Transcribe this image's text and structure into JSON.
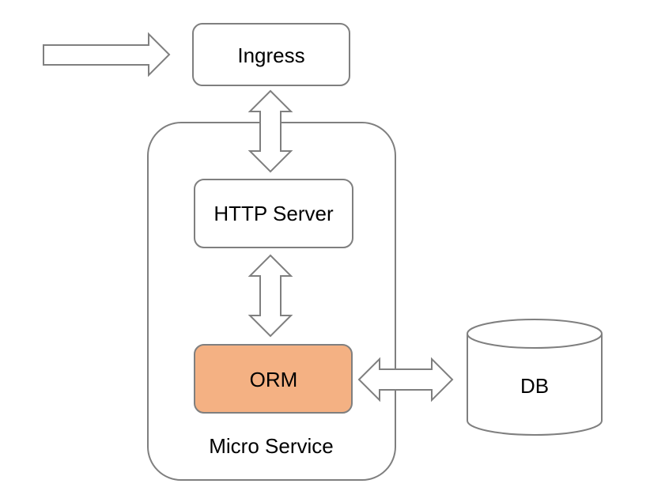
{
  "nodes": {
    "ingress": {
      "label": "Ingress"
    },
    "http_server": {
      "label": "HTTP Server"
    },
    "orm": {
      "label": "ORM"
    },
    "db": {
      "label": "DB"
    },
    "micro_service": {
      "label": "Micro Service"
    }
  },
  "colors": {
    "stroke": "#7f7f7f",
    "orm_fill": "#f4b183",
    "background": "#ffffff",
    "text": "#000000"
  }
}
